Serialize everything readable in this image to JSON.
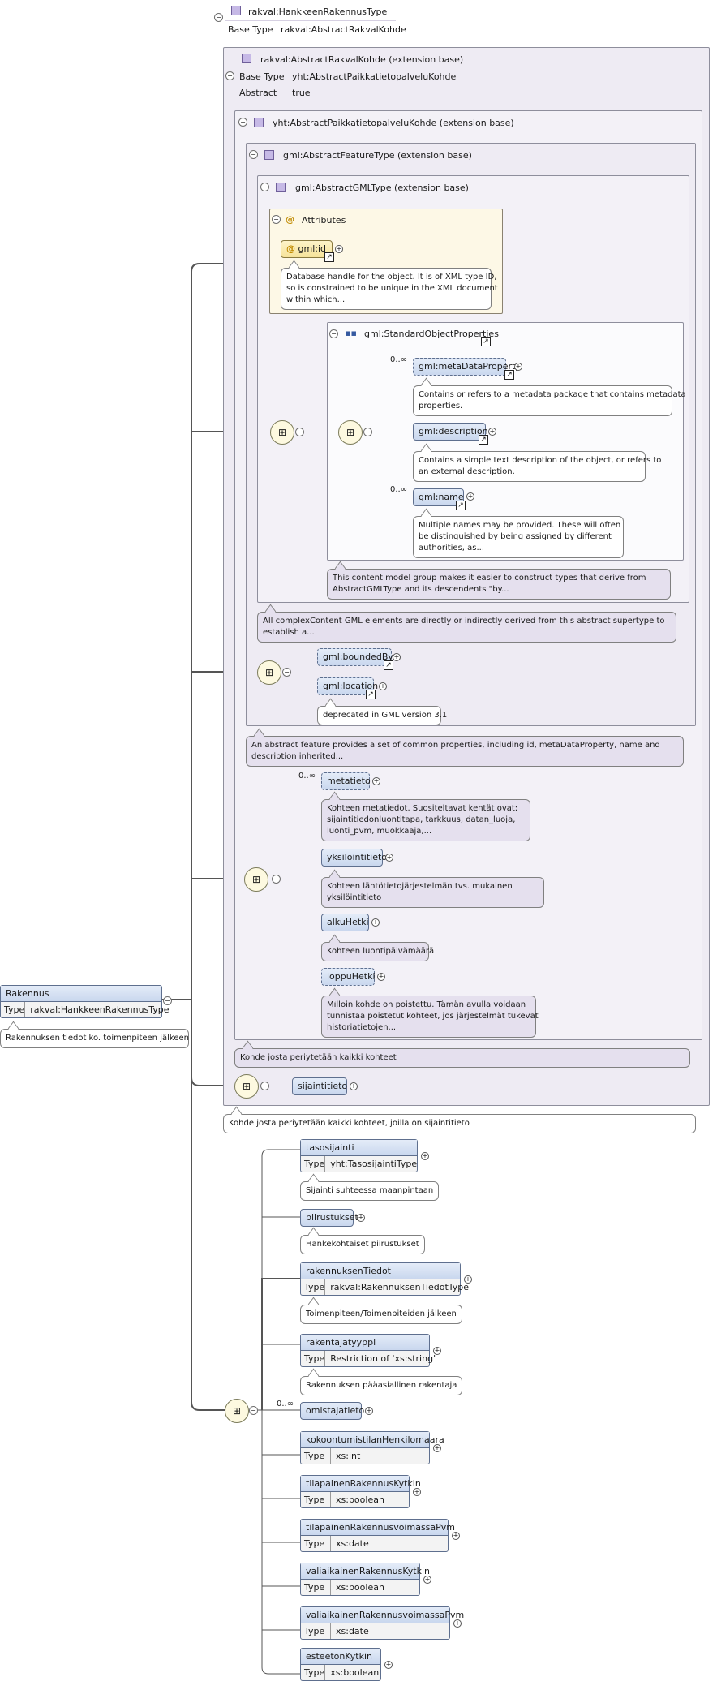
{
  "root": {
    "name": "rakval:HankkeenRakennusType",
    "base_label": "Base Type",
    "base_value": "rakval:AbstractRakvalKohde"
  },
  "abstract_rakval": {
    "title": "rakval:AbstractRakvalKohde (extension base)",
    "base_label": "Base Type",
    "base_value": "yht:AbstractPaikkatietopalveluKohde",
    "abstract_label": "Abstract",
    "abstract_value": "true",
    "note": "Kohde josta periytetään kaikki kohteet, joilla on sijaintitieto"
  },
  "paikkatieto": {
    "title": "yht:AbstractPaikkatietopalveluKohde (extension base)",
    "note": "Kohde josta periytetään kaikki kohteet"
  },
  "feature": {
    "title": "gml:AbstractFeatureType (extension base)",
    "note": "An abstract feature provides a set of common properties, including id, metaDataProperty, name and description inherited..."
  },
  "gmltype": {
    "title": "gml:AbstractGMLType (extension base)",
    "note": "All complexContent GML elements are directly or indirectly derived from this abstract supertype to establish a..."
  },
  "attributes": {
    "title": "Attributes",
    "gml_id": "gml:id",
    "gml_id_note": [
      "Database handle for the object. It is of XML type ID,",
      "so is constrained to be unique in the XML document",
      "within which..."
    ]
  },
  "std": {
    "title": "gml:StandardObjectProperties",
    "note": [
      "This content model group makes it easier to construct types that derive from",
      "AbstractGMLType and its descendents \"by..."
    ],
    "items": [
      {
        "name": "gml:metaDataProperty",
        "occ": "0..∞",
        "note": [
          "Contains or refers to a metadata package that contains metadata",
          "properties."
        ]
      },
      {
        "name": "gml:description",
        "occ": "",
        "note": [
          "Contains a simple text description of the object, or refers to",
          "an external description."
        ]
      },
      {
        "name": "gml:name",
        "occ": "0..∞",
        "note": [
          "Multiple names may be provided. These will often",
          "be distinguished by being assigned by different",
          "authorities, as..."
        ]
      }
    ]
  },
  "bounded": {
    "items": [
      {
        "name": "gml:boundedBy"
      },
      {
        "name": "gml:location",
        "note": "deprecated in GML version 3.1"
      }
    ]
  },
  "paikka_items": [
    {
      "name": "metatieto",
      "occ": "0..∞",
      "note": [
        "Kohteen metatiedot. Suositeltavat kentät ovat:",
        "sijaintitiedonluontitapa, tarkkuus, datan_luoja,",
        "luonti_pvm, muokkaaja,..."
      ]
    },
    {
      "name": "yksilointitieto",
      "occ": "",
      "note": [
        "Kohteen lähtötietojärjestelmän tvs. mukainen",
        "yksilöintitieto"
      ]
    },
    {
      "name": "alkuHetki",
      "occ": "",
      "note": [
        "Kohteen luontipäivämäärä"
      ]
    },
    {
      "name": "loppuHetki",
      "occ": "",
      "note": [
        "Milloin kohde on poistettu. Tämän avulla voidaan",
        "tunnistaa poistetut kohteet, jos järjestelmät tukevat",
        "historiatietojen..."
      ]
    }
  ],
  "sijaintitieto": "sijaintitieto",
  "rakennus": {
    "name": "Rakennus",
    "type_label": "Type",
    "type_value": "rakval:HankkeenRakennusType",
    "note": "Rakennuksen tiedot ko. toimenpiteen jälkeen"
  },
  "ext_items": [
    {
      "name": "tasosijainti",
      "type": "yht:TasosijaintiType",
      "note": "Sijainti suhteessa maanpintaan",
      "occ": ""
    },
    {
      "name": "piirustukset",
      "type": "",
      "note": "Hankekohtaiset piirustukset",
      "occ": ""
    },
    {
      "name": "rakennuksenTiedot",
      "type": "rakval:RakennuksenTiedotType",
      "note": "Toimenpiteen/Toimenpiteiden jälkeen",
      "occ": ""
    },
    {
      "name": "rakentajatyyppi",
      "type": "Restriction of 'xs:string'",
      "note": "Rakennuksen pääasiallinen rakentaja",
      "occ": ""
    },
    {
      "name": "omistajatieto",
      "type": "",
      "note": "",
      "occ": "0..∞"
    },
    {
      "name": "kokoontumistilanHenkilomaara",
      "type": "xs:int",
      "note": "",
      "occ": ""
    },
    {
      "name": "tilapainenRakennusKytkin",
      "type": "xs:boolean",
      "note": "",
      "occ": ""
    },
    {
      "name": "tilapainenRakennusvoimassaPvm",
      "type": "xs:date",
      "note": "",
      "occ": ""
    },
    {
      "name": "valiaikainenRakennusKytkin",
      "type": "xs:boolean",
      "note": "",
      "occ": ""
    },
    {
      "name": "valiaikainenRakennusvoimassaPvm",
      "type": "xs:date",
      "note": "",
      "occ": ""
    },
    {
      "name": "esteetonKytkin",
      "type": "xs:boolean",
      "note": "",
      "occ": ""
    }
  ],
  "type_label": "Type"
}
